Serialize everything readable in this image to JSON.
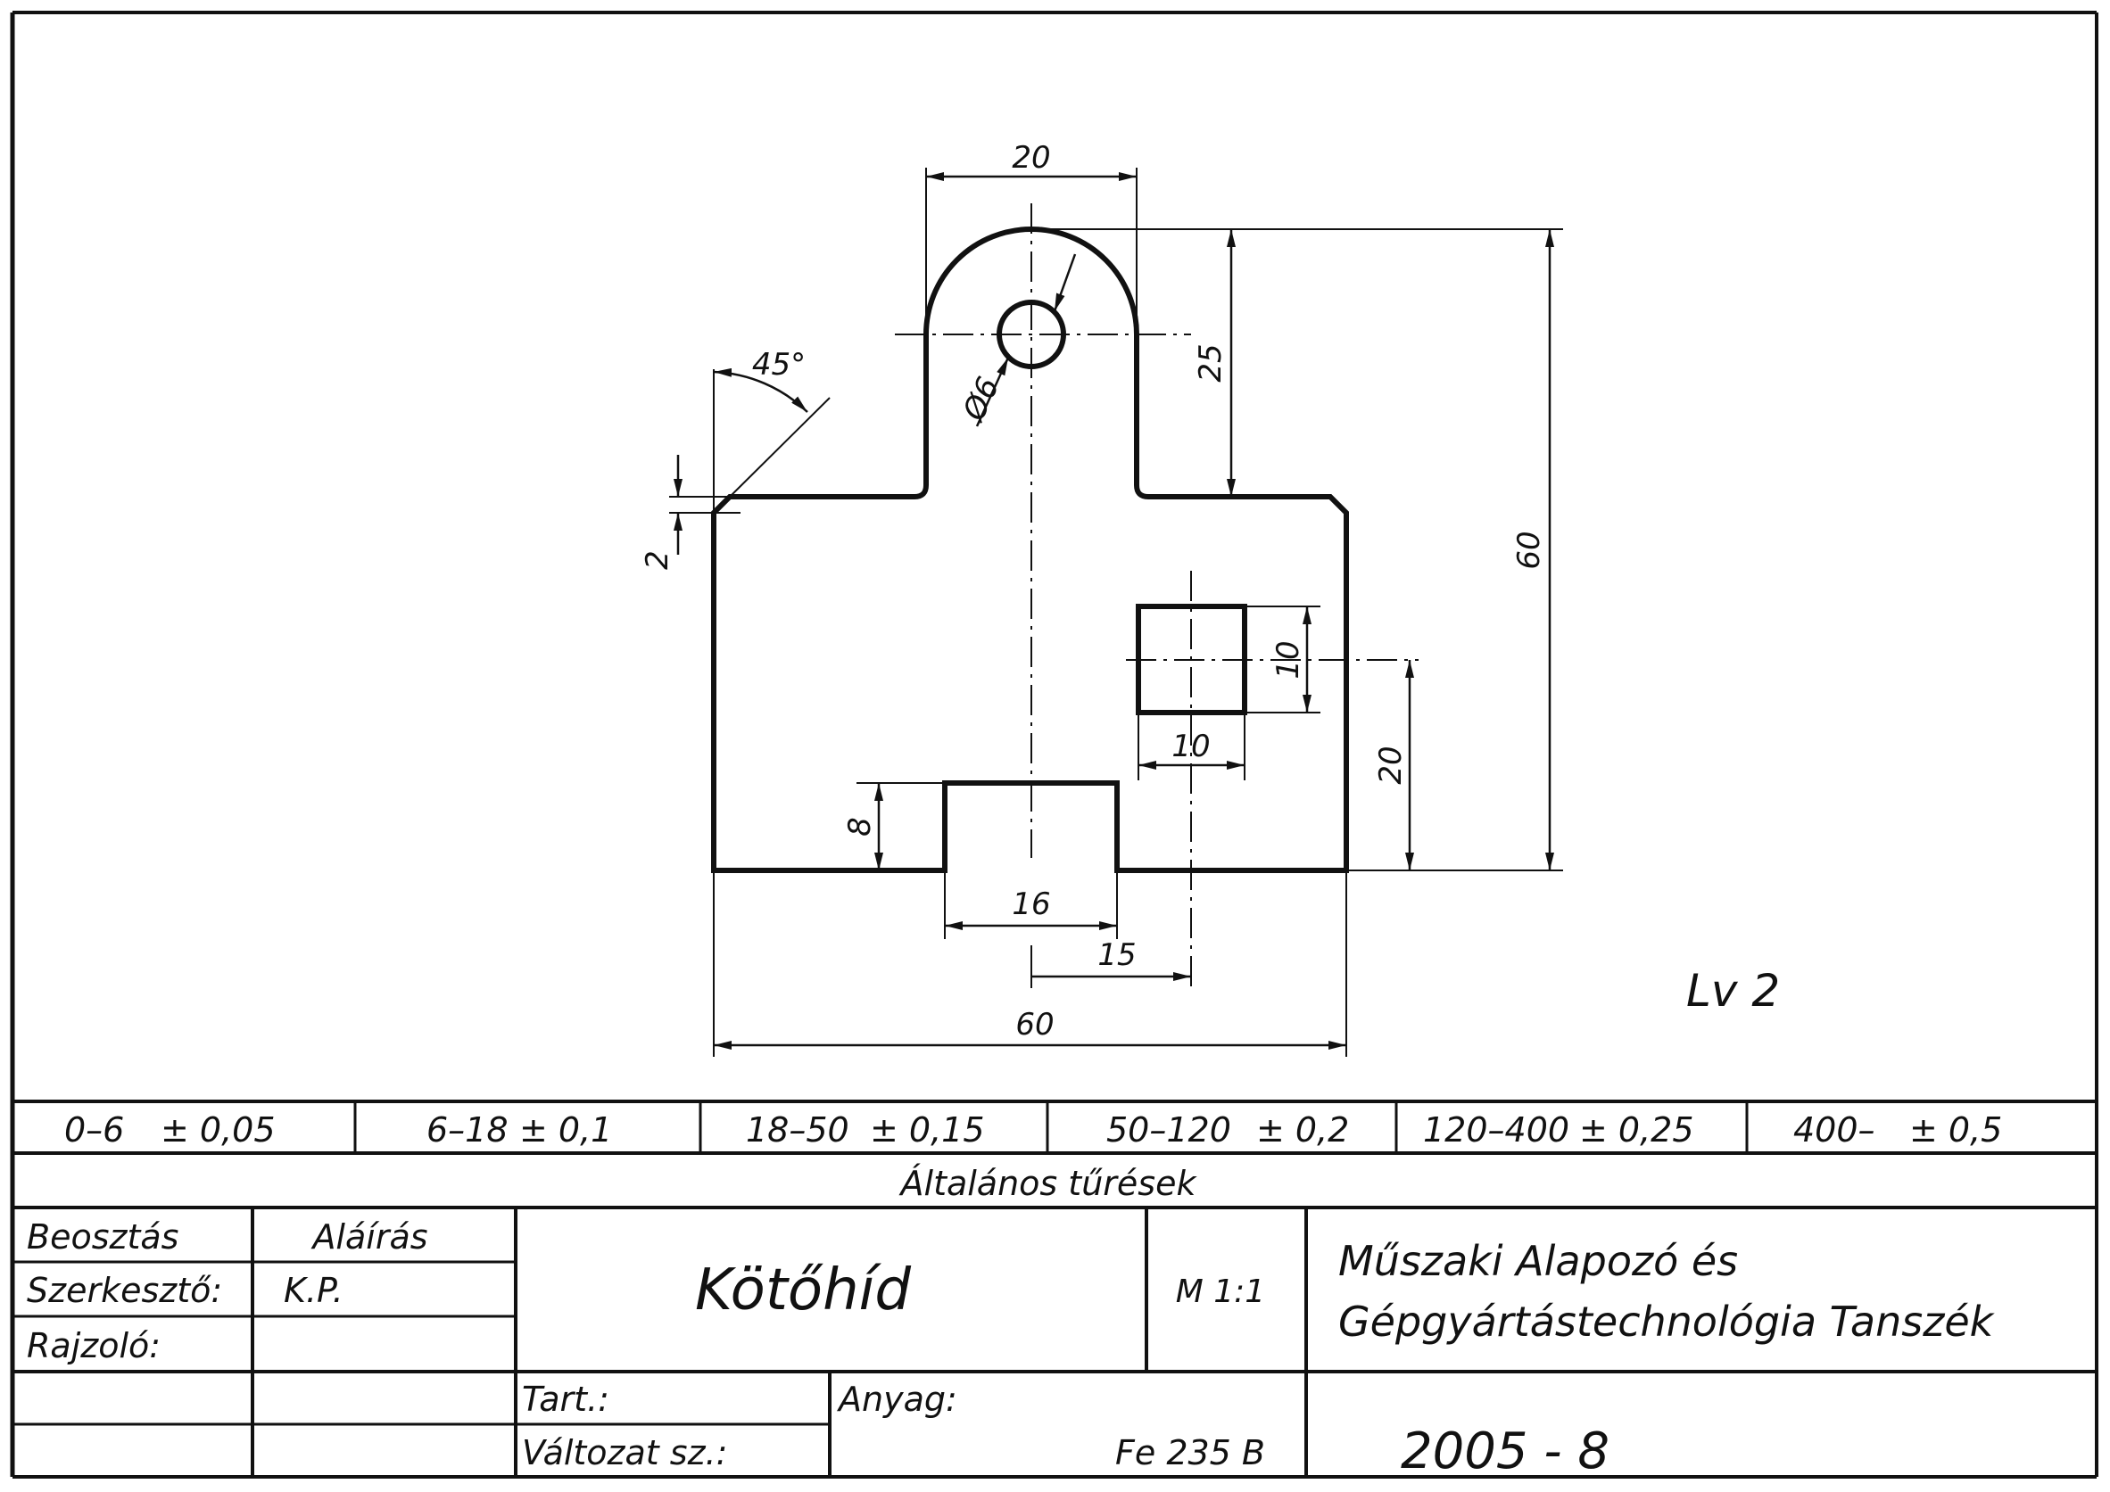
{
  "drawing": {
    "dimensions": {
      "top_width": "20",
      "top_height": "25",
      "overall_height": "60",
      "chamfer_angle": "45°",
      "chamfer_size": "2",
      "hole_diameter": "Ø6",
      "square_height": "10",
      "square_width": "10",
      "square_offset_height": "20",
      "notch_depth": "8",
      "notch_width": "16",
      "square_offset_x": "15",
      "overall_width": "60"
    },
    "sheet_mark": "Lv 2"
  },
  "tolerances": {
    "ranges": [
      {
        "range": "0–6",
        "tol": "± 0,05"
      },
      {
        "range": "6–18",
        "tol": "± 0,1"
      },
      {
        "range": "18–50",
        "tol": "± 0,15"
      },
      {
        "range": "50–120",
        "tol": "± 0,2"
      },
      {
        "range": "120–400",
        "tol": "± 0,25"
      },
      {
        "range": "400–",
        "tol": "± 0,5"
      }
    ],
    "caption": "Általános tűrések"
  },
  "title_block": {
    "header_role": "Beosztás",
    "header_signature": "Aláírás",
    "designer_label": "Szerkesztő:",
    "designer_value": "K.P.",
    "drafter_label": "Rajzoló:",
    "part_name": "Kötőhíd",
    "scale": "M 1:1",
    "department_line1": "Műszaki Alapozó és",
    "department_line2": "Gépgyártástechnológia Tanszék",
    "contains_label": "Tart.:",
    "version_label": "Változat sz.:",
    "material_label": "Anyag:",
    "material_value": "Fe 235 B",
    "drawing_number": "2005 - 8"
  },
  "colors": {
    "ink": "#111111",
    "paper": "#ffffff"
  }
}
